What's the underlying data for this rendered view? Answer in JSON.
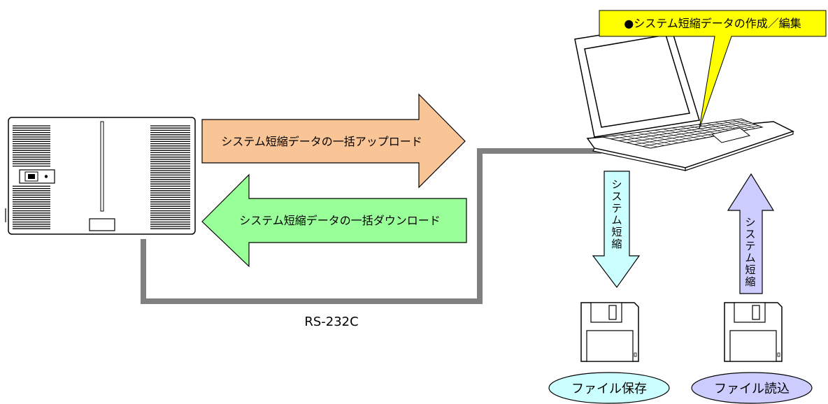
{
  "callout": {
    "text": "●システム短縮データの作成／編集",
    "color": "#ffff00"
  },
  "arrows": {
    "upload": {
      "label": "システム短縮データの一括アップロード",
      "color": "#fac596"
    },
    "download": {
      "label": "システム短縮データの一括ダウンロード",
      "color": "#99ff99"
    },
    "save": {
      "label": "システム短縮",
      "color": "#ccffff"
    },
    "load": {
      "label": "システム短縮",
      "color": "#ccccff"
    }
  },
  "cable_label": "RS-232C",
  "files": {
    "save": {
      "label": "ファイル保存",
      "color": "#ccffff"
    },
    "load": {
      "label": "ファイル読込",
      "color": "#ccccff"
    }
  },
  "colors": {
    "cable": "#808080",
    "outline": "#000000"
  }
}
